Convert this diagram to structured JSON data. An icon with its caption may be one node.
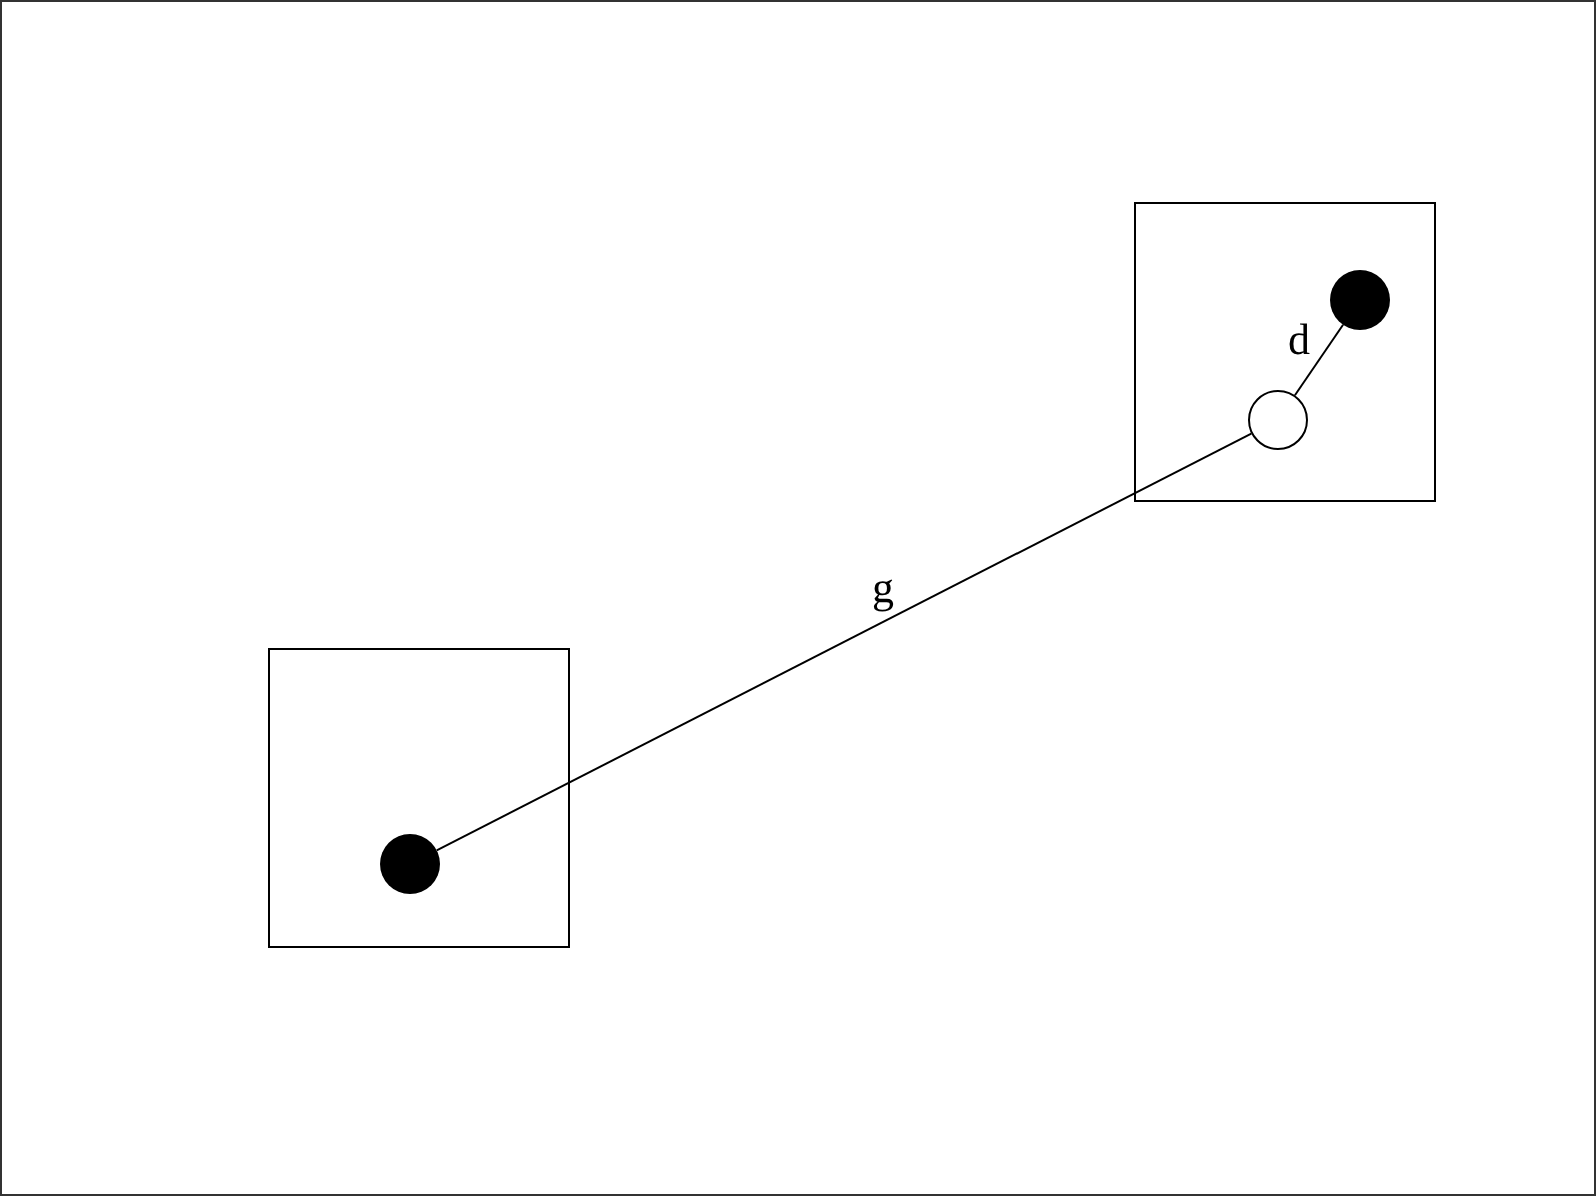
{
  "diagram": {
    "nodes": [
      {
        "text": [],
        "shape": "box"
      },
      {
        "text": [],
        "shape": "circle",
        "in": 0
      },
      {
        "text": [],
        "shape": "circle",
        "in": 0
      },
      {
        "text": [],
        "shape": "box"
      },
      {
        "text": [],
        "shape": "circle",
        "in": 3
      }
    ],
    "edges": [
      {
        "from": 4,
        "to": 2,
        "arrow": "none",
        "label": "g"
      },
      {
        "from": 2,
        "to": 1,
        "arrow": "none",
        "label": "d"
      }
    ]
  }
}
